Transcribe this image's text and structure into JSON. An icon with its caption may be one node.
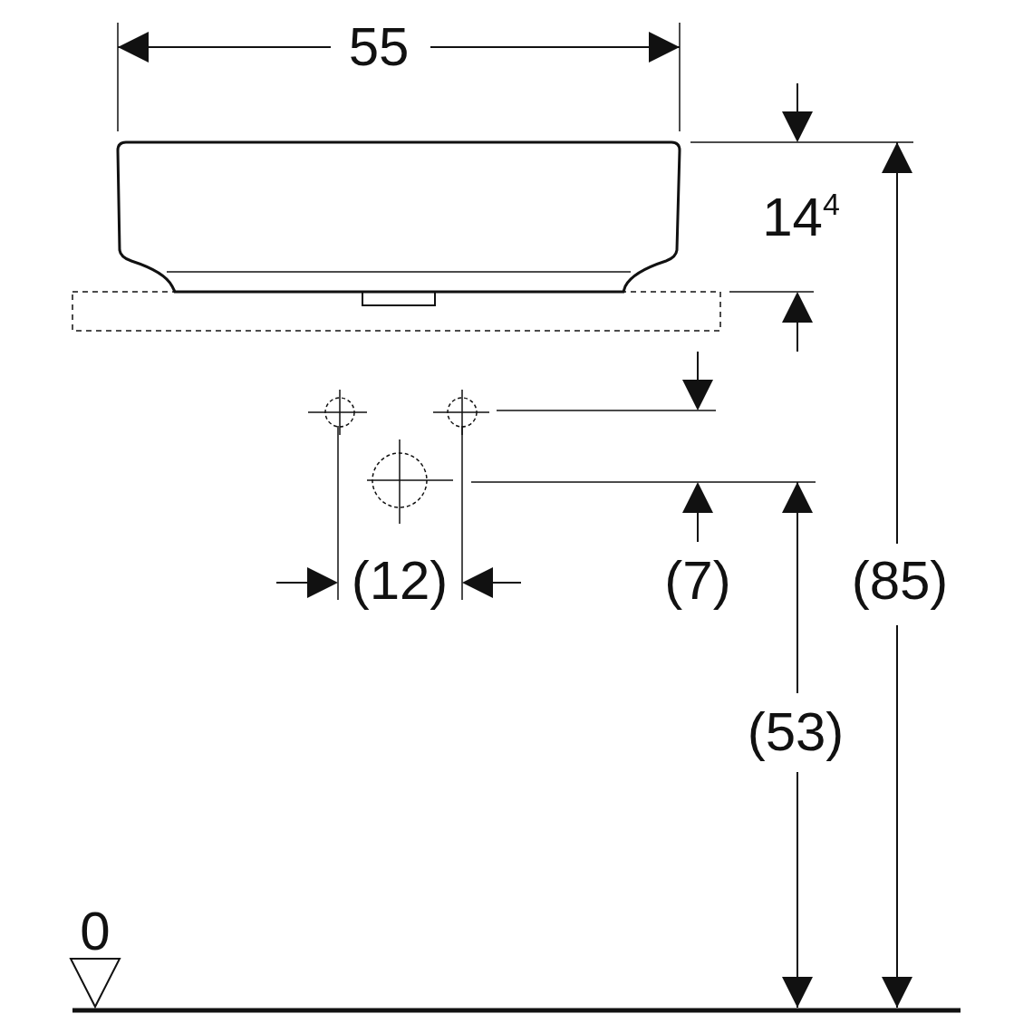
{
  "diagram": {
    "labels": [
      "55",
      "14$^{4}$",
      "(12)",
      "(7)",
      "(85)",
      "(53)",
      "0"
    ]
  }
}
